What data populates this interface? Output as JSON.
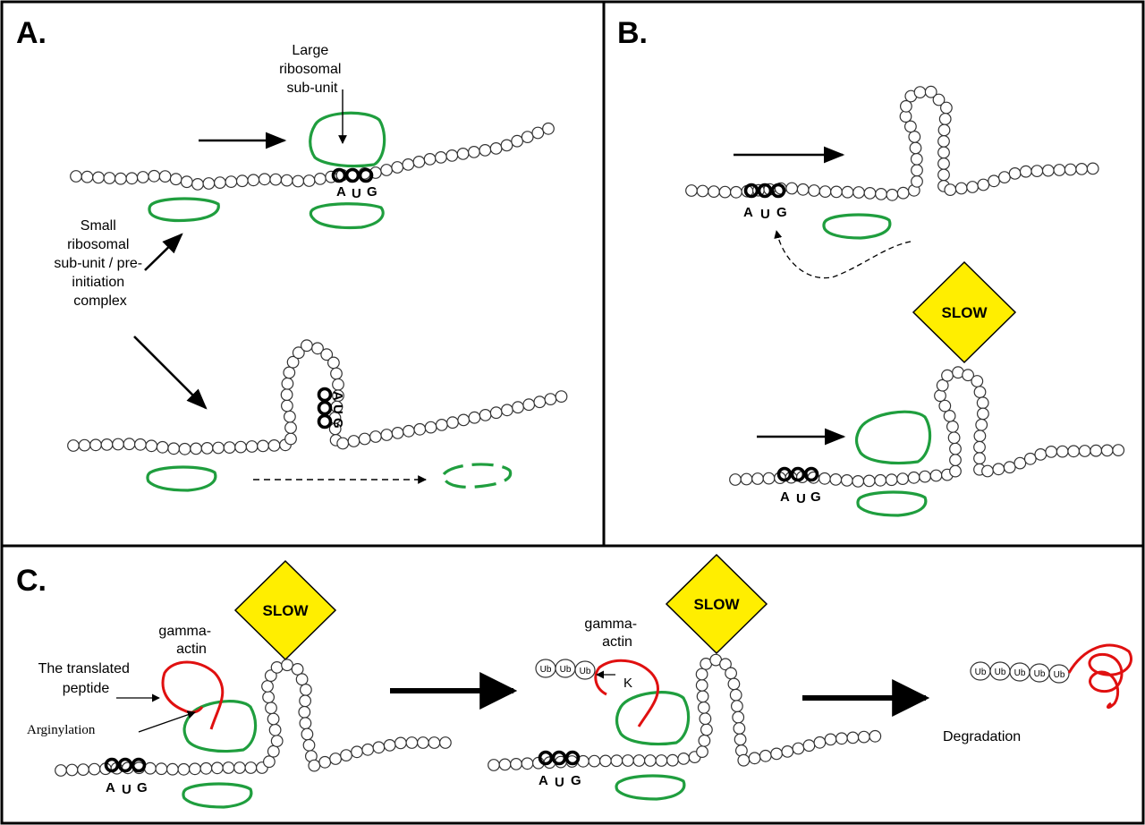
{
  "panels": {
    "a": {
      "letter": "A.",
      "large_subunit_label": [
        "Large",
        "ribosomal",
        "sub-unit"
      ],
      "small_subunit_label": [
        "Small",
        "ribosomal",
        "sub-unit / pre-",
        "initiation",
        "complex"
      ]
    },
    "b": {
      "letter": "B."
    },
    "c": {
      "letter": "C.",
      "gamma_actin_label": [
        "gamma-",
        "actin"
      ],
      "translated_peptide_label": [
        "The translated",
        "peptide"
      ],
      "arginylation_label": "Arginylation",
      "lysine_label": "K",
      "ub_label": "Ub",
      "degradation_label": "Degradation"
    }
  },
  "codon": {
    "a": "A",
    "u": "U",
    "g": "G"
  },
  "slow_sign": "SLOW",
  "colors": {
    "ribosome": "#1f9e3e",
    "peptide": "#e01010",
    "slow_sign_fill": "#ffee00",
    "border": "#000000"
  }
}
